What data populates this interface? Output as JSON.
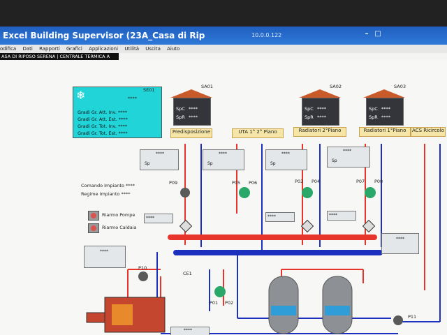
{
  "window": {
    "title": "Excel Building Supervisor (23A_Casa di Rip",
    "ip": "10.0.0.122"
  },
  "menu": [
    "odifica",
    "Dati",
    "Rapporti",
    "Grafici",
    "Applicazioni",
    "Utilità",
    "Uscita",
    "Aiuto"
  ],
  "breadcrumb": "ASA DI RIPOSO SERENA | CENTRALE TERMICA A",
  "outdoor": {
    "id": "SE01",
    "value": "****",
    "rows": [
      {
        "label": "Gradi Gr. Att. Inv.",
        "value": "****"
      },
      {
        "label": "Gradi Gr. Att. Est.",
        "value": "****"
      },
      {
        "label": "Gradi Gr. Tot. Inv.",
        "value": "****"
      },
      {
        "label": "Gradi Gr. Tot. Est.",
        "value": "****"
      }
    ]
  },
  "houses": [
    {
      "id": "SA01",
      "spc": "SpC",
      "spr": "SpR",
      "value": "****"
    },
    {
      "id": "SA02",
      "spc": "SpC",
      "spr": "SpR",
      "value": "****"
    },
    {
      "id": "SA03",
      "spc": "SpC",
      "spr": "SpR",
      "value": "****"
    }
  ],
  "circuits": [
    {
      "label": "Predisposizione",
      "sp": "Sp",
      "value": "****"
    },
    {
      "label": "UTA 1° 2° Piano",
      "sp": "Sp",
      "value": "****"
    },
    {
      "label": "Radiatori 2°Piano",
      "sp": "Sp",
      "value": "****"
    },
    {
      "label": "Radiatori 1°Piano",
      "sp": "Sp",
      "value": "****"
    },
    {
      "label": "ACS Ricircolo"
    }
  ],
  "pumps": [
    "P09",
    "P05",
    "P06",
    "P03",
    "P04",
    "P07",
    "P08",
    "P10",
    "P01",
    "P02",
    "P11"
  ],
  "comando": {
    "label": "Comando Impianto",
    "value": "****"
  },
  "regime": {
    "label": "Regime Impianto",
    "value": "****"
  },
  "riarmo_pompe": "Riarmo Pompe",
  "riarmo_caldaia": "Riarmo Caldaia",
  "valve_values": [
    "****",
    "****",
    "****",
    "****"
  ],
  "ce_label": "CE1",
  "boiler_panel": "****",
  "collector_panel": "****",
  "right_panel": "****",
  "colors": {
    "hot": "#e8352c",
    "cold": "#1d2fbf",
    "cyan": "#21d4d8",
    "tag": "#f5e6a8"
  }
}
